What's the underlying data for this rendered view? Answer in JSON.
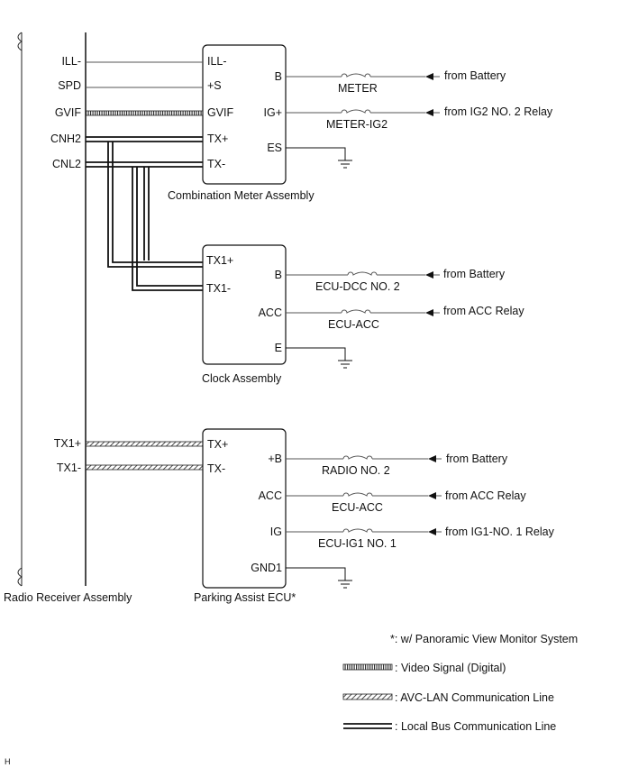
{
  "radio_receiver": {
    "title": "Radio Receiver Assembly",
    "pins": [
      "ILL-",
      "SPD",
      "GVIF",
      "CNH2",
      "CNL2",
      "TX1+",
      "TX1-"
    ]
  },
  "combination_meter": {
    "title": "Combination Meter Assembly",
    "left_pins": [
      "ILL-",
      "+S",
      "GVIF",
      "TX+",
      "TX-"
    ],
    "right_pins": [
      "B",
      "IG+",
      "ES"
    ],
    "fuses": [
      "METER",
      "METER-IG2"
    ],
    "sources": [
      "from Battery",
      "from IG2 NO. 2 Relay"
    ]
  },
  "clock": {
    "title": "Clock Assembly",
    "left_pins": [
      "TX1+",
      "TX1-"
    ],
    "right_pins": [
      "B",
      "ACC",
      "E"
    ],
    "fuses": [
      "ECU-DCC NO. 2",
      "ECU-ACC"
    ],
    "sources": [
      "from Battery",
      "from ACC Relay"
    ]
  },
  "parking_assist": {
    "title": "Parking Assist ECU*",
    "left_pins": [
      "TX+",
      "TX-"
    ],
    "right_pins": [
      "+B",
      "ACC",
      "IG",
      "GND1"
    ],
    "fuses": [
      "RADIO NO. 2",
      "ECU-ACC",
      "ECU-IG1 NO. 1"
    ],
    "sources": [
      "from Battery",
      "from ACC Relay",
      "from IG1-NO. 1 Relay"
    ]
  },
  "legend": {
    "note": "*: w/ Panoramic View Monitor System",
    "video": ": Video Signal (Digital)",
    "avc": ": AVC-LAN Communication Line",
    "local": ": Local Bus Communication Line"
  },
  "corner_label": "H"
}
